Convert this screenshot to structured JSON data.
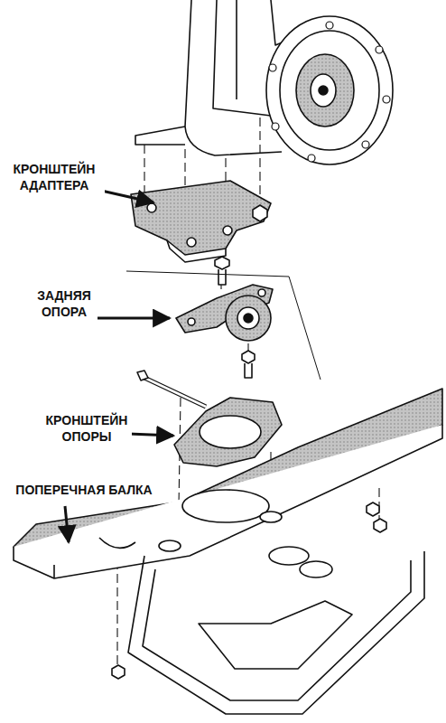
{
  "diagram": {
    "labels": [
      "КРОНШТЕЙН АДАПТЕРА",
      "ЗАДНЯЯ ОПОРА",
      "КРОНШТЕЙН ОПОРЫ",
      "ПОПЕРЕЧНАЯ БАЛКА"
    ]
  }
}
